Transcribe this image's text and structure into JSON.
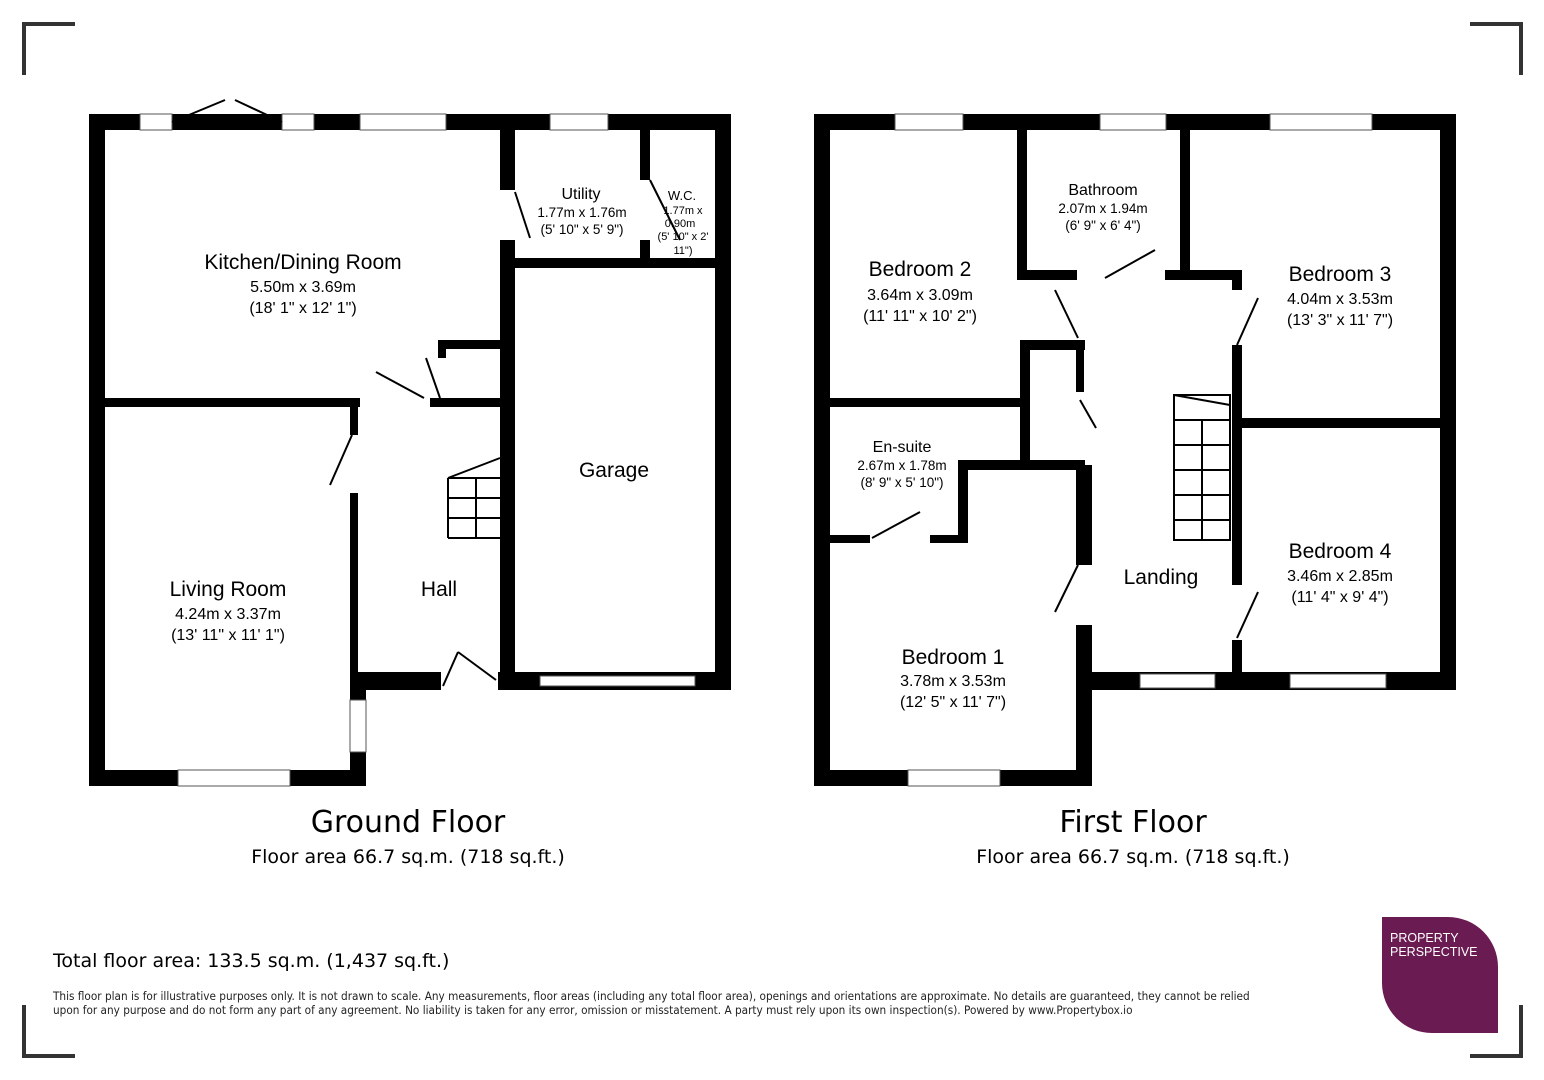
{
  "ground_floor": {
    "title": "Ground Floor",
    "area": "Floor area 66.7 sq.m. (718 sq.ft.)",
    "rooms": [
      {
        "name": "Kitchen/Dining Room",
        "metric": "5.50m x 3.69m",
        "imperial": "(18' 1\" x 12' 1\")"
      },
      {
        "name": "Utility",
        "metric": "1.77m x 1.76m",
        "imperial": "(5' 10\" x 5' 9\")"
      },
      {
        "name": "W.C.",
        "metric": "1.77m x",
        "metric2": "0.90m",
        "imperial": "(5' 10\" x 2'",
        "imperial2": "11\")"
      },
      {
        "name": "Garage"
      },
      {
        "name": "Hall"
      },
      {
        "name": "Living Room",
        "metric": "4.24m x 3.37m",
        "imperial": "(13' 11\" x 11' 1\")"
      }
    ]
  },
  "first_floor": {
    "title": "First Floor",
    "area": "Floor area 66.7 sq.m. (718 sq.ft.)",
    "rooms": [
      {
        "name": "Bedroom 2",
        "metric": "3.64m x 3.09m",
        "imperial": "(11' 11\" x 10' 2\")"
      },
      {
        "name": "Bathroom",
        "metric": "2.07m x 1.94m",
        "imperial": "(6' 9\" x 6' 4\")"
      },
      {
        "name": "Bedroom 3",
        "metric": "4.04m x 3.53m",
        "imperial": "(13' 3\" x 11' 7\")"
      },
      {
        "name": "En-suite",
        "metric": "2.67m x 1.78m",
        "imperial": "(8' 9\" x 5' 10\")"
      },
      {
        "name": "Landing"
      },
      {
        "name": "Bedroom 4",
        "metric": "3.46m x 2.85m",
        "imperial": "(11' 4\" x 9' 4\")"
      },
      {
        "name": "Bedroom 1",
        "metric": "3.78m x 3.53m",
        "imperial": "(12' 5\" x 11' 7\")"
      }
    ]
  },
  "total_area": "Total floor area: 133.5 sq.m. (1,437 sq.ft.)",
  "disclaimer": "This floor plan is for illustrative purposes only. It is not drawn to scale. Any measurements, floor areas (including any total floor area), openings and orientations are approximate. No details are guaranteed, they cannot be relied upon for any purpose and do not form any part of any agreement. No liability is taken for any error, omission or misstatement. A party must rely upon its own inspection(s). Powered by www.Propertybox.io",
  "logo": {
    "line1": "PROPERTY",
    "line2": "PERSPECTIVE",
    "color": "#6a1b52"
  }
}
